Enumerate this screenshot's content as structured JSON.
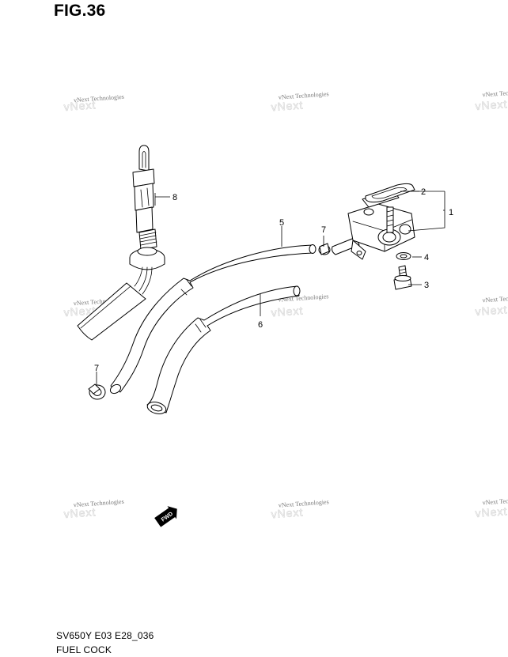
{
  "figure": {
    "title": "FIG.36"
  },
  "footer": {
    "model_code": "SV650Y E03 E28_036",
    "section_name": "FUEL COCK"
  },
  "callouts": [
    {
      "number": "1",
      "part": "fuel-cock-assy"
    },
    {
      "number": "2",
      "part": "gasket"
    },
    {
      "number": "3",
      "part": "bolt"
    },
    {
      "number": "4",
      "part": "washer"
    },
    {
      "number": "5",
      "part": "fuel-hose"
    },
    {
      "number": "6",
      "part": "fuel-hose"
    },
    {
      "number": "7",
      "part": "hose-clip"
    },
    {
      "number": "7",
      "part": "hose-clip"
    },
    {
      "number": "8",
      "part": "fuel-level-gauge"
    }
  ],
  "watermark": {
    "text": "vNext Technologies"
  },
  "direction_badge": {
    "text": "FWD"
  }
}
